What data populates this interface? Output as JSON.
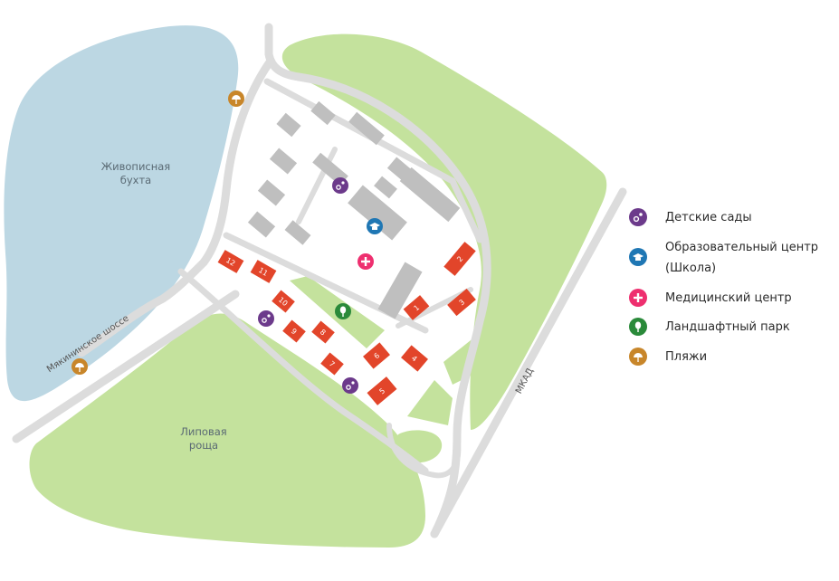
{
  "labels": {
    "bay": [
      "Живописная",
      "бухта"
    ],
    "grove": [
      "Липовая",
      "роща"
    ],
    "road_myakinino": "Мякининское шоссе",
    "road_mkad": "МКАД"
  },
  "legend": [
    {
      "label": "Детские сады",
      "icon": "kindergarten-icon",
      "color": "#6c3a8b"
    },
    {
      "label": "Образовательный центр\n(Школа)",
      "icon": "school-icon",
      "color": "#1f77b4"
    },
    {
      "label": "Медицинский центр",
      "icon": "medical-icon",
      "color": "#ee2f6f"
    },
    {
      "label": "Ландшафтный парк",
      "icon": "park-icon",
      "color": "#2a8a3a"
    },
    {
      "label": "Пляжи",
      "icon": "beach-icon",
      "color": "#c8862a"
    }
  ],
  "buildings": [
    "1",
    "2",
    "3",
    "4",
    "5",
    "6",
    "7",
    "8",
    "9",
    "10",
    "11",
    "12"
  ],
  "colors": {
    "water": "#bcd7e3",
    "greenery": "#c4e29d",
    "road": "#dcdcdc",
    "block": "#bfbfbf",
    "residential": "#e2452a"
  }
}
